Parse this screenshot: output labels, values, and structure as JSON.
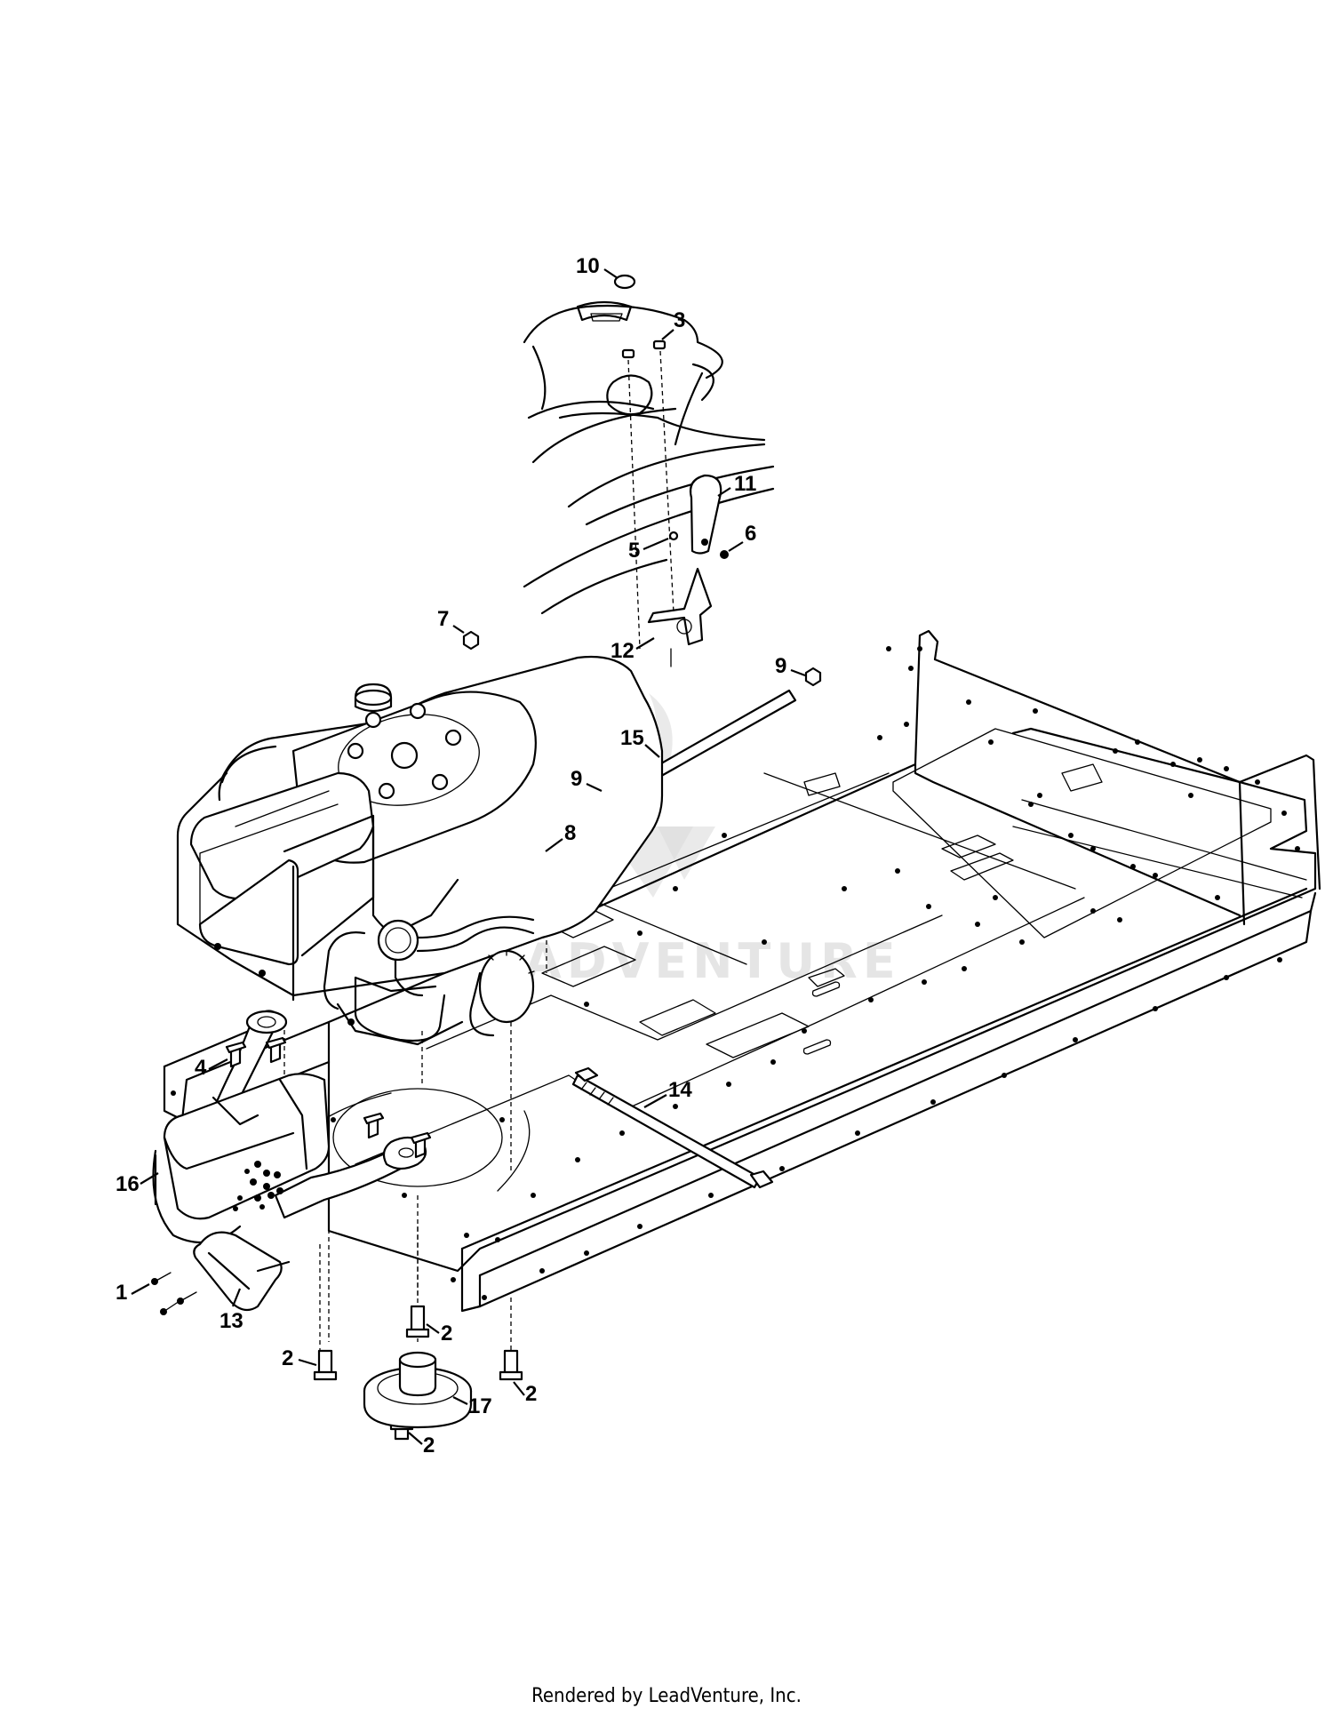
{
  "watermark": {
    "text": "ADVENTURE"
  },
  "footer": {
    "text": "Rendered by LeadVenture, Inc."
  },
  "callouts": {
    "c1": "1",
    "c2a": "2",
    "c2b": "2",
    "c2c": "2",
    "c2d": "2",
    "c3": "3",
    "c4": "4",
    "c5": "5",
    "c6": "6",
    "c7": "7",
    "c8": "8",
    "c9a": "9",
    "c9b": "9",
    "c10": "10",
    "c11": "11",
    "c12": "12",
    "c13": "13",
    "c14": "14",
    "c15": "15",
    "c16": "16",
    "c17": "17"
  }
}
